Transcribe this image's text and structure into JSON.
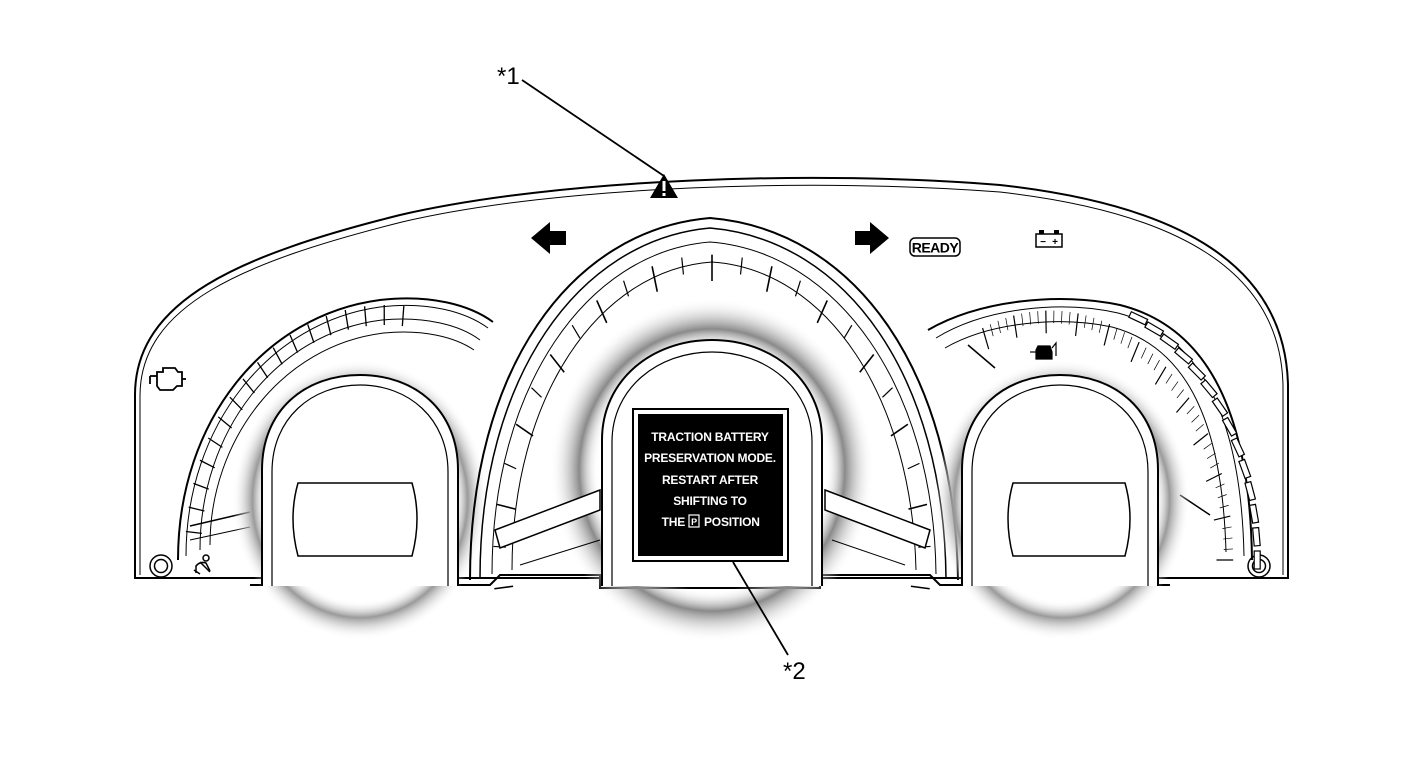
{
  "callouts": {
    "c1": "*1",
    "c2": "*2"
  },
  "display": {
    "line1": "TRACTION BATTERY",
    "line2": "PRESERVATION MODE.",
    "line3": "RESTART AFTER",
    "line4": "SHIFTING TO",
    "line5_prefix": "THE",
    "line5_gear": "P",
    "line5_suffix": "POSITION"
  },
  "indicators": {
    "ready": "READY",
    "battery_minus": "−",
    "battery_plus": "+"
  },
  "icons": [
    "master-warning-icon",
    "left-turn-arrow-icon",
    "right-turn-arrow-icon",
    "ready-indicator-icon",
    "battery-warning-icon",
    "check-engine-icon",
    "seatbelt-warning-icon",
    "low-fuel-icon"
  ]
}
